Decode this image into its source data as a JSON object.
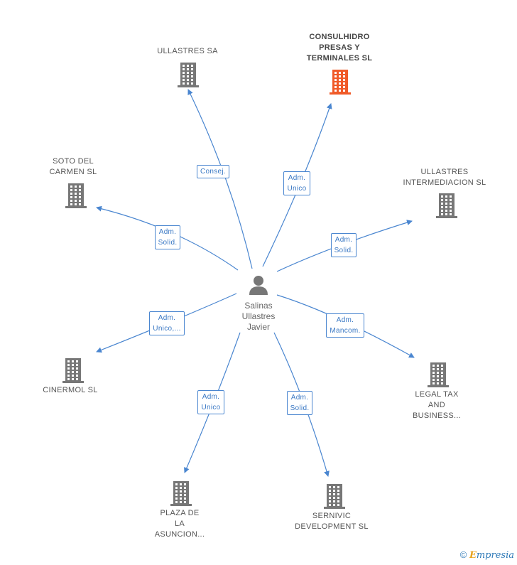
{
  "center": {
    "name_lines": [
      "Salinas",
      "Ullastres",
      "Javier"
    ],
    "icon": "person-icon"
  },
  "companies": [
    {
      "id": "ullastres-sa",
      "lines": [
        "ULLASTRES SA"
      ],
      "highlight": false,
      "icon": "building-icon"
    },
    {
      "id": "consulhidro",
      "lines": [
        "CONSULHIDRO",
        "PRESAS Y",
        "TERMINALES SL"
      ],
      "highlight": true,
      "icon": "building-icon"
    },
    {
      "id": "soto-del-carmen",
      "lines": [
        "SOTO DEL",
        "CARMEN SL"
      ],
      "highlight": false,
      "icon": "building-icon"
    },
    {
      "id": "ullastres-intermediacion",
      "lines": [
        "ULLASTRES",
        "INTERMEDIACION SL"
      ],
      "highlight": false,
      "icon": "building-icon"
    },
    {
      "id": "cinermol",
      "lines": [
        "CINERMOL SL"
      ],
      "highlight": false,
      "icon": "building-icon"
    },
    {
      "id": "legal-tax",
      "lines": [
        "LEGAL TAX",
        "AND",
        "BUSINESS..."
      ],
      "highlight": false,
      "icon": "building-icon"
    },
    {
      "id": "plaza-asuncion",
      "lines": [
        "PLAZA DE",
        "LA",
        "ASUNCION..."
      ],
      "highlight": false,
      "icon": "building-icon"
    },
    {
      "id": "servivic",
      "lines": [
        "SERNIVIC",
        "DEVELOPMENT SL"
      ],
      "highlight": false,
      "icon": "building-icon"
    }
  ],
  "edges": [
    {
      "to": "ullastres-sa",
      "label": "Consej."
    },
    {
      "to": "consulhidro",
      "label": "Adm.\nUnico"
    },
    {
      "to": "soto-del-carmen",
      "label": "Adm.\nSolid."
    },
    {
      "to": "ullastres-intermediacion",
      "label": "Adm.\nSolid."
    },
    {
      "to": "cinermol",
      "label": "Adm.\nUnico,..."
    },
    {
      "to": "legal-tax",
      "label": "Adm.\nMancom."
    },
    {
      "to": "plaza-asuncion",
      "label": "Adm.\nUnico"
    },
    {
      "to": "servivic",
      "label": "Adm.\nSolid."
    }
  ],
  "colors": {
    "edge": "#4a86d0",
    "building": "#777777",
    "highlight_building": "#f05a28"
  },
  "footer": {
    "copyright": "©",
    "brand_first": "E",
    "brand_rest": "mpresia"
  }
}
